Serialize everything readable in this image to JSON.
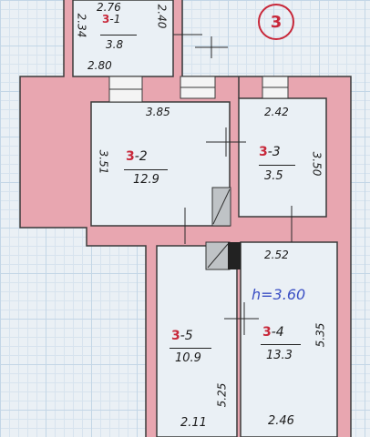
{
  "plan": {
    "section_badge": "3",
    "height_note": "h=3.60",
    "rooms": [
      {
        "id": "3-1",
        "label_prefix": "3",
        "label_suffix": "-1",
        "area": "3.8",
        "dims": [
          "2.76",
          "2.80",
          "2.34",
          "2.40"
        ]
      },
      {
        "id": "3-2",
        "label_prefix": "3",
        "label_suffix": "-2",
        "area": "12.9",
        "dims": [
          "3.85",
          "3.51"
        ]
      },
      {
        "id": "3-3",
        "label_prefix": "3",
        "label_suffix": "-3",
        "area": "3.5",
        "dims": [
          "2.42",
          "3.50"
        ]
      },
      {
        "id": "3-4",
        "label_prefix": "3",
        "label_suffix": "-4",
        "area": "13.3",
        "dims": [
          "2.52",
          "5.35",
          "2.46"
        ]
      },
      {
        "id": "3-5",
        "label_prefix": "3",
        "label_suffix": "-5",
        "area": "10.9",
        "dims": [
          "5.25",
          "2.11"
        ]
      }
    ]
  }
}
